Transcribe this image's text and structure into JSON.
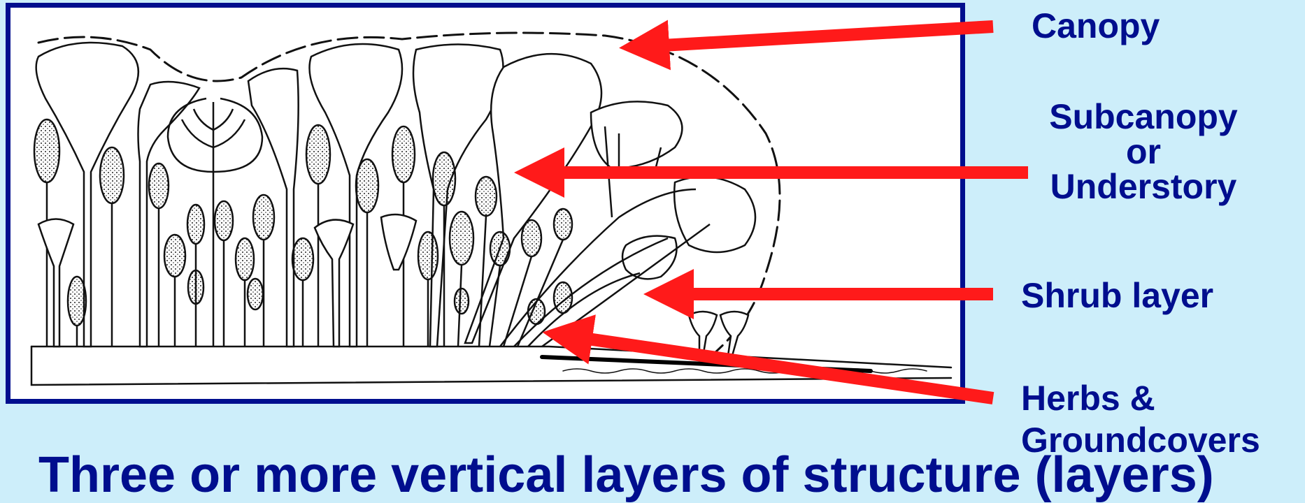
{
  "labels": {
    "canopy": "Canopy",
    "subcanopy": [
      "Subcanopy",
      "or",
      "Understory"
    ],
    "shrub": "Shrub layer",
    "herbs": [
      "Herbs &",
      "Groundcovers"
    ]
  },
  "caption": "Three or more vertical layers of structure (layers)",
  "colors": {
    "background": "#cdeefa",
    "frame": "#000e8e",
    "text": "#000e8e",
    "arrow": "#ff1a1a"
  }
}
